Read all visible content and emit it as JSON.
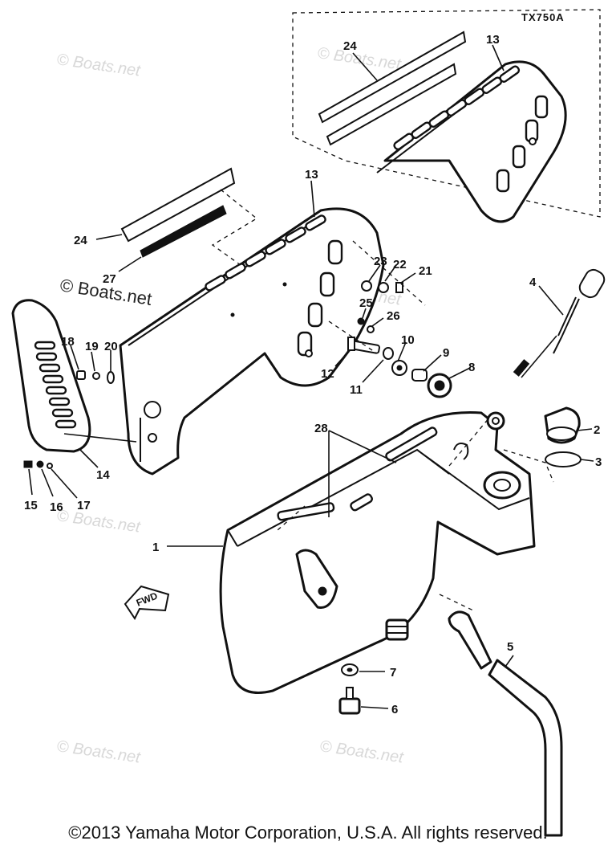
{
  "variant_label": "TX750A",
  "watermark_text": "© Boats.net",
  "direction_label": "FWD",
  "copyright": "©2013 Yamaha Motor Corporation, U.S.A. All rights reserved.",
  "callouts": {
    "c1": "1",
    "c2": "2",
    "c3": "3",
    "c4": "4",
    "c5": "5",
    "c6": "6",
    "c7": "7",
    "c8": "8",
    "c9": "9",
    "c10": "10",
    "c11": "11",
    "c12": "12",
    "c13_main": "13",
    "c13_inset": "13",
    "c14": "14",
    "c15": "15",
    "c16": "16",
    "c17": "17",
    "c18": "18",
    "c19": "19",
    "c20": "20",
    "c21": "21",
    "c22": "22",
    "c23": "23",
    "c24_main": "24",
    "c24_inset": "24",
    "c25": "25",
    "c26": "26",
    "c27": "27",
    "c28": "28"
  }
}
